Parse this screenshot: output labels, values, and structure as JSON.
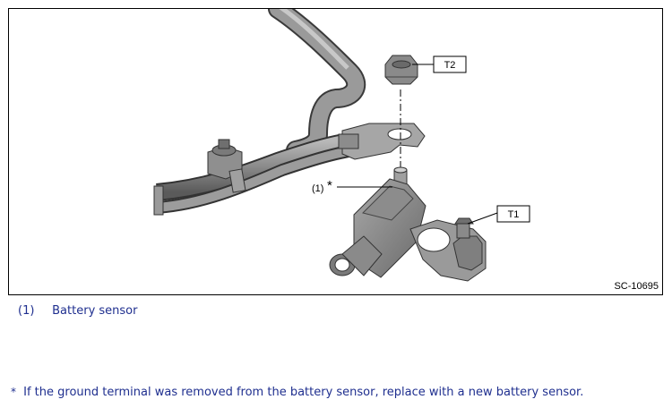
{
  "figure": {
    "code": "SC-10695",
    "callouts": {
      "t2": "T2",
      "t1": "T1",
      "item1": "(1)",
      "item1_mark": "*"
    }
  },
  "legend": [
    {
      "number": "(1)",
      "label": "Battery sensor"
    }
  ],
  "note": {
    "symbol": "*",
    "text": "If the ground terminal was removed from the battery sensor, replace with a new battery sensor."
  }
}
